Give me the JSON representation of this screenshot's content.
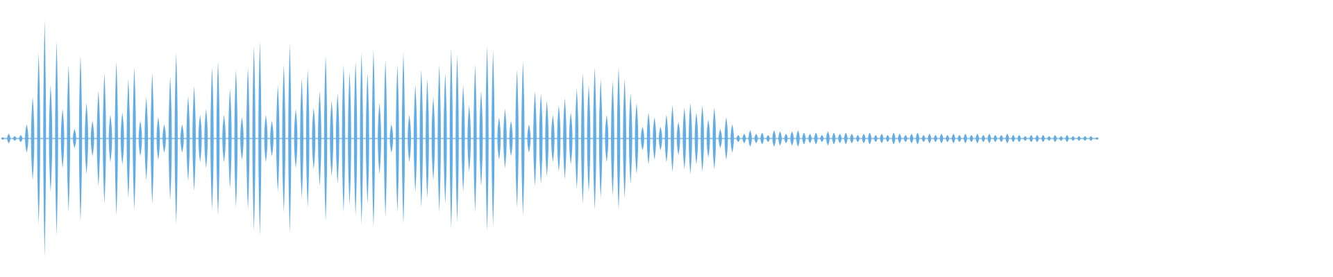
{
  "waveform": {
    "color": "#62ADE5",
    "background": "#FFFFFF",
    "peaks": [
      0.01,
      0.04,
      0.02,
      0.03,
      0.12,
      0.35,
      0.72,
      1.0,
      0.45,
      0.82,
      0.25,
      0.62,
      0.08,
      0.7,
      0.3,
      0.15,
      0.4,
      0.55,
      0.2,
      0.65,
      0.22,
      0.5,
      0.6,
      0.15,
      0.35,
      0.55,
      0.18,
      0.12,
      0.52,
      0.72,
      0.12,
      0.36,
      0.44,
      0.2,
      0.25,
      0.6,
      0.65,
      0.2,
      0.42,
      0.58,
      0.18,
      0.6,
      0.78,
      0.82,
      0.2,
      0.15,
      0.45,
      0.62,
      0.8,
      0.25,
      0.5,
      0.58,
      0.26,
      0.4,
      0.7,
      0.32,
      0.38,
      0.62,
      0.56,
      0.65,
      0.72,
      0.55,
      0.75,
      0.3,
      0.66,
      0.12,
      0.62,
      0.72,
      0.2,
      0.45,
      0.58,
      0.5,
      0.35,
      0.62,
      0.55,
      0.76,
      0.7,
      0.45,
      0.28,
      0.62,
      0.4,
      0.78,
      0.74,
      0.18,
      0.25,
      0.15,
      0.58,
      0.65,
      0.12,
      0.4,
      0.38,
      0.32,
      0.2,
      0.28,
      0.34,
      0.22,
      0.42,
      0.55,
      0.45,
      0.6,
      0.5,
      0.2,
      0.48,
      0.6,
      0.5,
      0.38,
      0.3,
      0.1,
      0.22,
      0.18,
      0.1,
      0.2,
      0.28,
      0.14,
      0.26,
      0.3,
      0.22,
      0.28,
      0.16,
      0.26,
      0.08,
      0.18,
      0.12,
      0.03,
      0.04,
      0.07,
      0.04,
      0.05,
      0.03,
      0.07,
      0.06,
      0.04,
      0.06,
      0.07,
      0.05,
      0.04,
      0.05,
      0.03,
      0.06,
      0.05,
      0.04,
      0.05,
      0.04,
      0.03,
      0.04,
      0.05,
      0.03,
      0.04,
      0.03,
      0.05,
      0.04,
      0.03,
      0.04,
      0.05,
      0.03,
      0.04,
      0.03,
      0.04,
      0.03,
      0.04,
      0.03,
      0.04,
      0.03,
      0.04,
      0.03,
      0.04,
      0.03,
      0.03,
      0.04,
      0.03,
      0.03,
      0.02,
      0.03,
      0.03,
      0.03,
      0.02,
      0.03,
      0.02,
      0.03,
      0.02,
      0.02,
      0.02,
      0.02,
      0.01
    ]
  }
}
